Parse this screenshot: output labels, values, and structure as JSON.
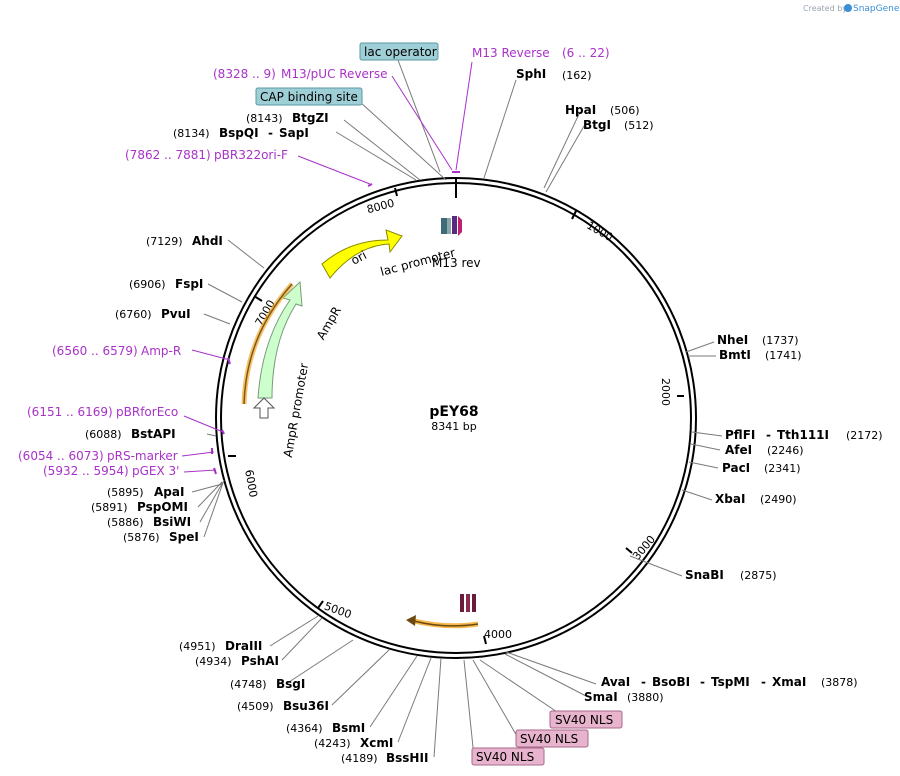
{
  "credit": {
    "prefix": "Created by",
    "brand": "SnapGene"
  },
  "plasmid": {
    "name": "pEY68",
    "size": "8341 bp"
  },
  "ruler": [
    "1000",
    "2000",
    "3000",
    "4000",
    "5000",
    "6000",
    "7000",
    "8000"
  ],
  "enzymes": [
    {
      "name": "SphI",
      "pos": "(162)"
    },
    {
      "name": "HpaI",
      "pos": "(506)"
    },
    {
      "name": "BtgI",
      "pos": "(512)"
    },
    {
      "name": "NheI",
      "pos": "(1737)"
    },
    {
      "name": "BmtI",
      "pos": "(1741)"
    },
    {
      "name": "PflFI",
      "name2": "Tth111I",
      "pos": "(2172)"
    },
    {
      "name": "AfeI",
      "pos": "(2246)"
    },
    {
      "name": "PacI",
      "pos": "(2341)"
    },
    {
      "name": "XbaI",
      "pos": "(2490)"
    },
    {
      "name": "SnaBI",
      "pos": "(2875)"
    },
    {
      "name": "AvaI",
      "name2": "BsoBI",
      "name3": "TspMI",
      "name4": "XmaI",
      "pos": "(3878)"
    },
    {
      "name": "SmaI",
      "pos": "(3880)"
    },
    {
      "name": "BssHII",
      "pos": "(4189)"
    },
    {
      "name": "XcmI",
      "pos": "(4243)"
    },
    {
      "name": "BsmI",
      "pos": "(4364)"
    },
    {
      "name": "Bsu36I",
      "pos": "(4509)"
    },
    {
      "name": "BsgI",
      "pos": "(4748)"
    },
    {
      "name": "PshAI",
      "pos": "(4934)"
    },
    {
      "name": "DraIII",
      "pos": "(4951)"
    },
    {
      "name": "SpeI",
      "pos": "(5876)"
    },
    {
      "name": "BsiWI",
      "pos": "(5886)"
    },
    {
      "name": "PspOMI",
      "pos": "(5891)"
    },
    {
      "name": "ApaI",
      "pos": "(5895)"
    },
    {
      "name": "BstAPI",
      "pos": "(6088)"
    },
    {
      "name": "PvuI",
      "pos": "(6760)"
    },
    {
      "name": "FspI",
      "pos": "(6906)"
    },
    {
      "name": "AhdI",
      "pos": "(7129)"
    },
    {
      "name": "BspQI",
      "name2": "SapI",
      "pos": "(8134)"
    },
    {
      "name": "BtgZI",
      "pos": "(8143)"
    }
  ],
  "primers": [
    {
      "name": "M13 Reverse",
      "range": "(6 .. 22)"
    },
    {
      "name": "M13/pUC Reverse",
      "range": "(8328 .. 9)"
    },
    {
      "name": "pBR322ori-F",
      "range": "(7862 .. 7881)"
    },
    {
      "name": "Amp-R",
      "range": "(6560 .. 6579)"
    },
    {
      "name": "pBRforEco",
      "range": "(6151 .. 6169)"
    },
    {
      "name": "pRS-marker",
      "range": "(6054 .. 6073)"
    },
    {
      "name": "pGEX 3'",
      "range": "(5932 .. 5954)"
    }
  ],
  "boxed_features": {
    "lac_operator": "lac operator",
    "cap_site": "CAP binding site",
    "sv40_1": "SV40 NLS",
    "sv40_2": "SV40 NLS",
    "sv40_3": "SV40 NLS"
  },
  "features": {
    "ori": "ori",
    "ampr": "AmpR",
    "ampr_promoter": "AmpR promoter",
    "lac_promoter": "lac promoter",
    "m13_rev": "M13 rev"
  },
  "colors": {
    "backbone": "#000000",
    "feature_label": "#a932c9",
    "ori": "#ffff00",
    "ampr": "#ccffcc",
    "box_blue": "#9fcfd6",
    "box_pink": "#e8b4cd",
    "orange": "#f5a623"
  }
}
